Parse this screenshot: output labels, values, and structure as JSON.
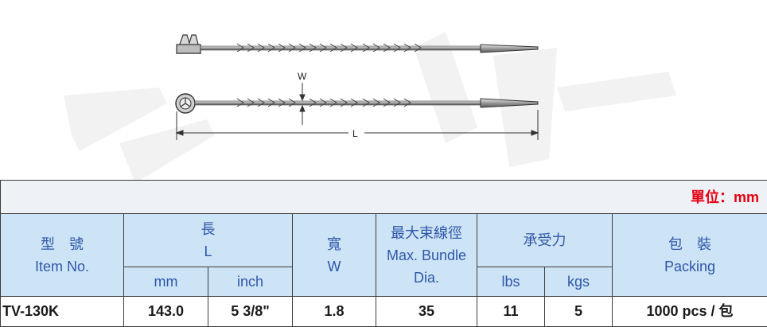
{
  "diagram": {
    "w_label": "W",
    "l_label": "L"
  },
  "table": {
    "unit_label": "單位：mm",
    "headers": {
      "item_zh": "型　號",
      "item_en": "Item No.",
      "length_zh": "長",
      "length_en": "L",
      "length_mm": "mm",
      "length_inch": "inch",
      "width_zh": "寬",
      "width_en": "W",
      "bundle_zh": "最大束線徑",
      "bundle_en_1": "Max. Bundle",
      "bundle_en_2": "Dia.",
      "strength_zh": "承受力",
      "strength_lbs": "lbs",
      "strength_kgs": "kgs",
      "packing_zh": "包　裝",
      "packing_en": "Packing"
    },
    "row": {
      "item": "TV-130K",
      "length_mm": "143.0",
      "length_inch": "5 3/8\"",
      "width": "1.8",
      "bundle": "35",
      "lbs": "11",
      "kgs": "5",
      "packing": "1000 pcs / 包"
    }
  }
}
